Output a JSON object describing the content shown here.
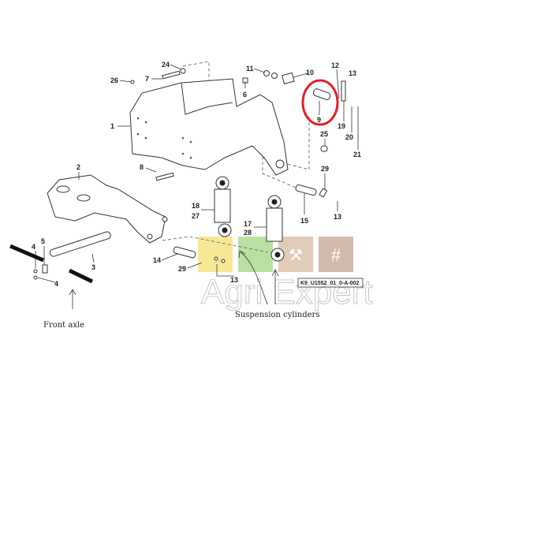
{
  "diagram": {
    "labels": {
      "p24": "24",
      "p26": "26",
      "p7": "7",
      "p11": "11",
      "p10": "10",
      "p12": "12",
      "p13a": "13",
      "p6": "6",
      "p9": "9",
      "p19": "19",
      "p20": "20",
      "p21": "21",
      "p25": "25",
      "p1": "1",
      "p8": "8",
      "p2": "2",
      "p29a": "29",
      "p15": "15",
      "p13b": "13",
      "p18": "18",
      "p27": "27",
      "p17": "17",
      "p28": "28",
      "p14": "14",
      "p29b": "29",
      "p13c": "13",
      "p3": "3",
      "p4a": "4",
      "p5": "5",
      "p4b": "4"
    },
    "reference_code": "K9_U1552_01_0-A-002",
    "captions": {
      "front_axle": "Front axle",
      "suspension_cylinders": "Suspension cylinders"
    },
    "watermark": "AgriExpert",
    "highlight_color": "#e0202a",
    "category_tile_colors": [
      "#f5e27a",
      "#a9d98a",
      "#d9bfa8",
      "#c9a89a"
    ]
  }
}
